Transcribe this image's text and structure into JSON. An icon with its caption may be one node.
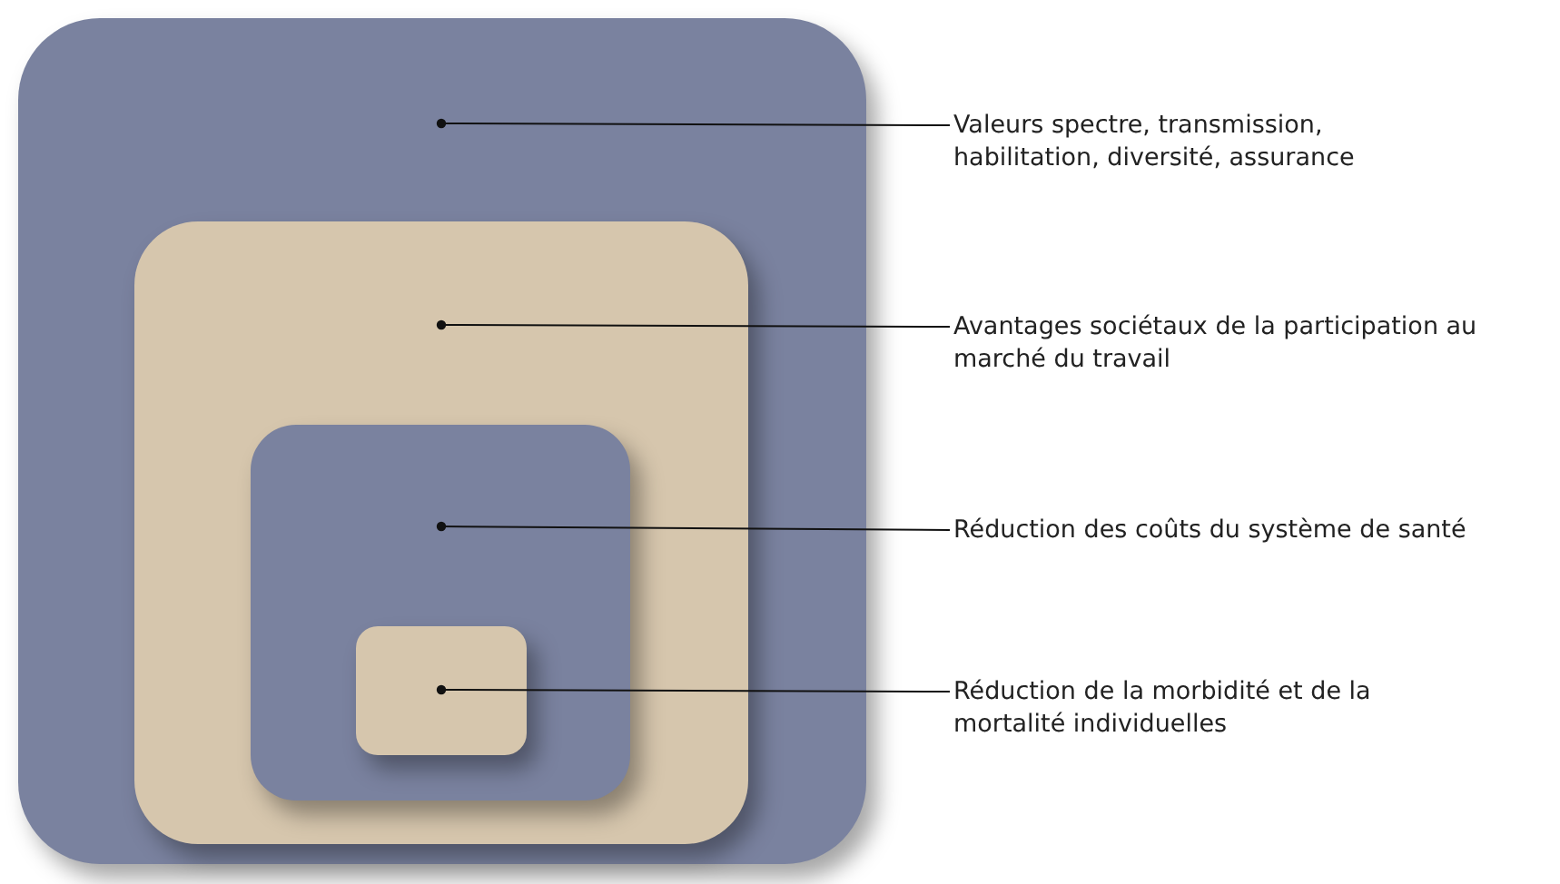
{
  "diagram": {
    "nodes": [
      {
        "text": [],
        "shape": "box"
      },
      {
        "text": [],
        "shape": "box",
        "in": 0
      },
      {
        "text": [],
        "shape": "box",
        "in": 1
      },
      {
        "text": [],
        "shape": "box",
        "in": 2
      },
      {
        "text": [
          "Valeurs spectre, transmission, habilitation, diversité, assurance"
        ]
      },
      {
        "text": [
          "Avantages sociétaux de la participation au marché du travail"
        ]
      },
      {
        "text": [
          "Réduction des coûts du système de santé"
        ]
      },
      {
        "text": [
          "Réduction de la morbidité et de la mortalité individuelles"
        ]
      }
    ],
    "edges": [
      {
        "from": 4,
        "to": 0,
        "arrow": "other"
      },
      {
        "from": 5,
        "to": 1,
        "arrow": "other"
      },
      {
        "from": 6,
        "to": 2,
        "arrow": "other"
      },
      {
        "from": 7,
        "to": 3,
        "arrow": "other"
      }
    ]
  }
}
